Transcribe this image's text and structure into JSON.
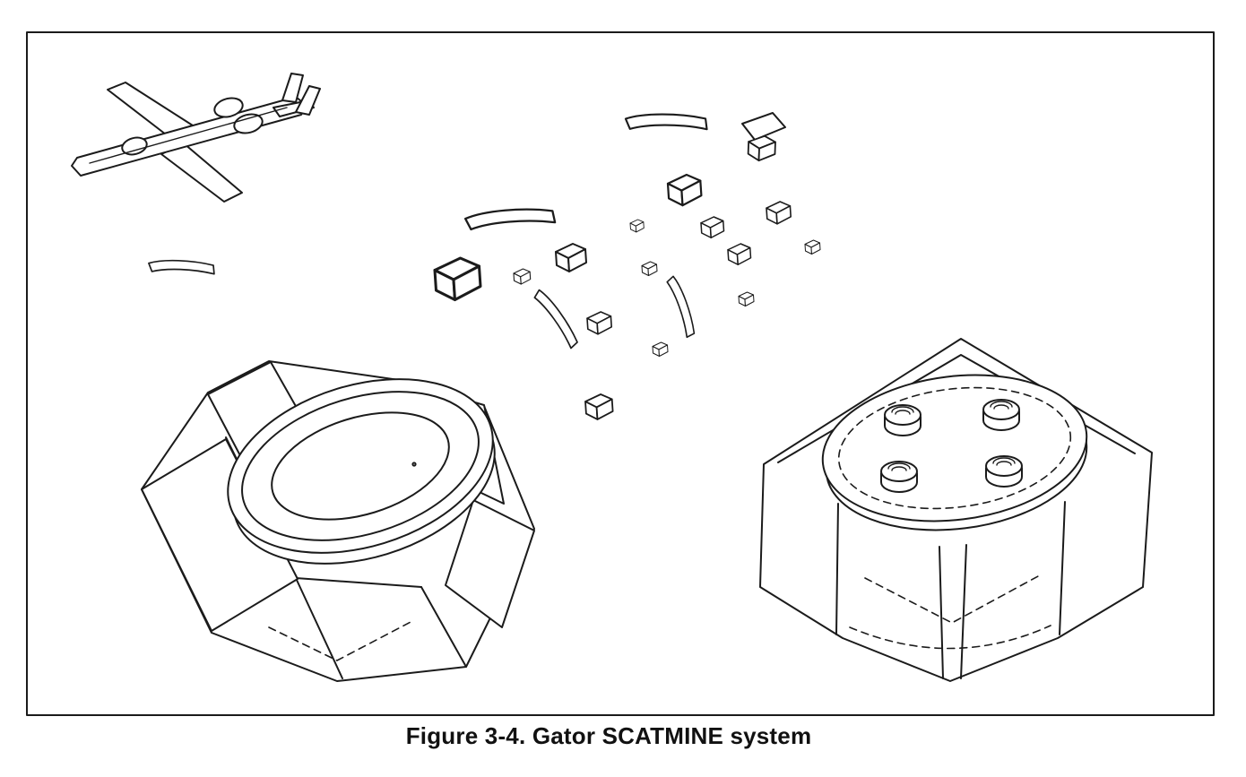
{
  "figure": {
    "caption": "Figure 3-4. Gator SCATMINE system",
    "illustration_parts": [
      "attack-aircraft",
      "scattered-submunitions",
      "opened-dispenser-with-mine-body",
      "mine-top-with-fuze-wells"
    ]
  },
  "colors": {
    "ink": "#1b1b1b",
    "background": "#ffffff"
  }
}
